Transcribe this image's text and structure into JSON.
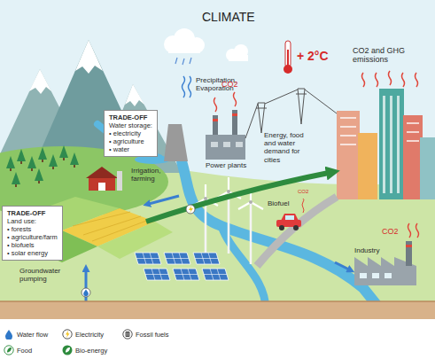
{
  "diagram": {
    "title": "CLIMATE",
    "nodes": [
      {
        "text": [
          "TRADE-OFF",
          "Water storage:",
          "• electricity",
          "• agriculture",
          "• water"
        ]
      },
      {
        "text": [
          "TRADE-OFF",
          "Land use:",
          "• forests",
          "• agriculture/farm",
          "• biofuels",
          "• solar energy"
        ]
      }
    ],
    "labels": [
      "+ 2°C",
      "CO2 and GHG emissions",
      "Precipitation, Evaporation",
      "CO2",
      "Irrigation, farming",
      "Power plants",
      "Energy, food and water demand for cities",
      "Biofuel",
      "CO2",
      "CO2",
      "Industry",
      "Groundwater pumping"
    ],
    "legend": [
      {
        "text": "Water flow"
      },
      {
        "text": "Electricity"
      },
      {
        "text": "Fossil fuels"
      },
      {
        "text": "Food"
      },
      {
        "text": "Bio-energy"
      }
    ]
  }
}
